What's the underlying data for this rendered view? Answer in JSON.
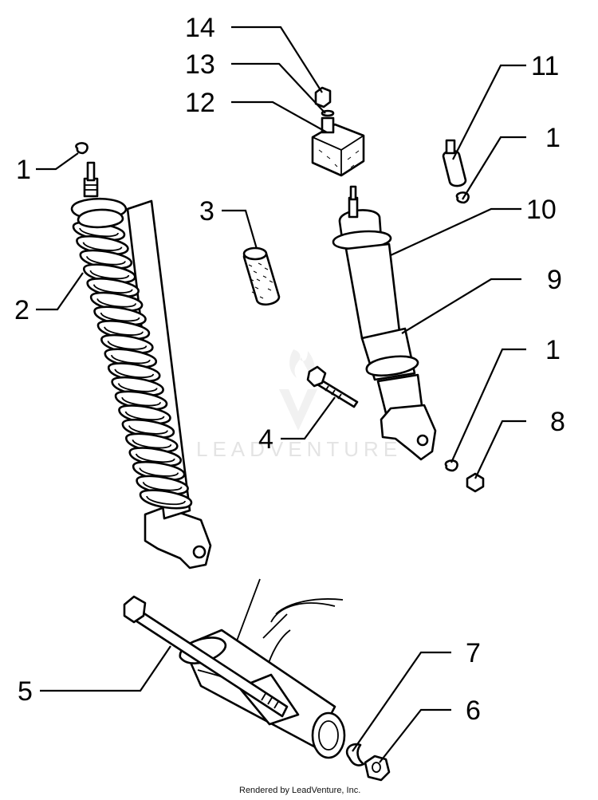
{
  "diagram": {
    "callouts": [
      {
        "id": "c14",
        "label": "14"
      },
      {
        "id": "c13",
        "label": "13"
      },
      {
        "id": "c12",
        "label": "12"
      },
      {
        "id": "c11",
        "label": "11"
      },
      {
        "id": "c1a",
        "label": "1"
      },
      {
        "id": "c1b",
        "label": "1"
      },
      {
        "id": "c10",
        "label": "10"
      },
      {
        "id": "c3",
        "label": "3"
      },
      {
        "id": "c2",
        "label": "2"
      },
      {
        "id": "c9",
        "label": "9"
      },
      {
        "id": "c1c",
        "label": "1"
      },
      {
        "id": "c8",
        "label": "8"
      },
      {
        "id": "c4",
        "label": "4"
      },
      {
        "id": "c7",
        "label": "7"
      },
      {
        "id": "c5",
        "label": "5"
      },
      {
        "id": "c6",
        "label": "6"
      }
    ]
  },
  "watermark": {
    "text": "LEADVENTURE",
    "color": "#e4e4e4"
  },
  "footer": {
    "credit": "Rendered by LeadVenture, Inc."
  }
}
